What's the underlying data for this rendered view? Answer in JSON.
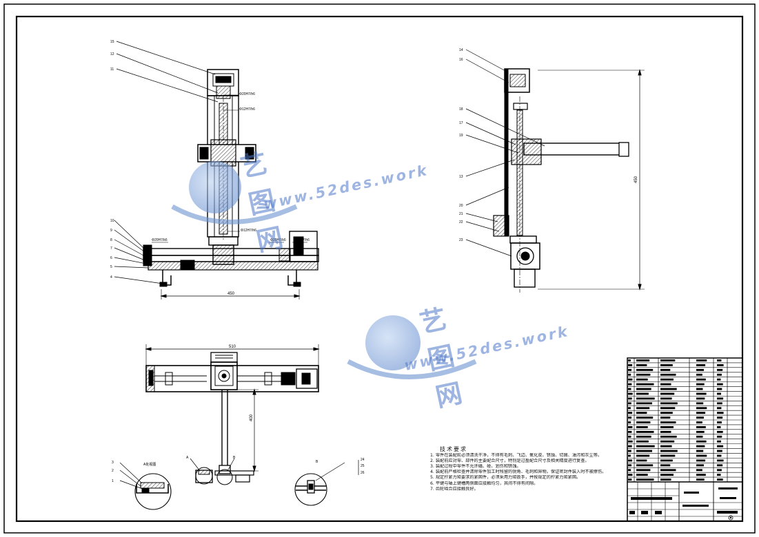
{
  "drawing": {
    "dimensions": {
      "front_base_width": "450",
      "top_overall_width": "510",
      "top_arm_length": "400",
      "side_height": "450"
    },
    "front_view_labels": {
      "upper": [
        "15",
        "12",
        "11"
      ],
      "lower_left": [
        "10",
        "9",
        "8",
        "7",
        "6",
        "5",
        "4"
      ]
    },
    "fit_labels": {
      "f1": "Φ20H7/h6",
      "f2": "Φ12H7/h6",
      "f3": "Φ12H7/h6",
      "f4": "Φ20H7/k6",
      "f5": "Φ20H7/k6",
      "f6": "Φ20H7/h6"
    },
    "side_view_labels": [
      "14",
      "16",
      "18",
      "17",
      "19",
      "13",
      "20",
      "21",
      "22",
      "23"
    ],
    "detail_labels": {
      "detail_view_title": "A处视图",
      "left": [
        "3",
        "2",
        "1"
      ],
      "middle": [
        "A",
        "B"
      ],
      "right": [
        "24",
        "25",
        "26",
        "B"
      ]
    }
  },
  "tech_requirements": {
    "title": "技术要求",
    "items": [
      "1. 零件在装配前必须清洗干净，不得有毛刺、飞边、氧化皮、锈蚀、切屑、油污和灰尘等。",
      "2. 装配前应对零、部件的主要配合尺寸，特别是过盈配合尺寸及相关精度进行复查。",
      "3. 装配过程中零件不允许磕、碰、划伤和锈蚀。",
      "4. 装配前严格检查并清除零件加工时残留的锐角、毛刺和异物。保证密封件装入时不被擦伤。",
      "5. 规定拧紧力矩要求的紧固件，必须采用力矩扳手，并按规定的拧紧力矩紧固。",
      "6. 平键与轴上键槽两侧面应接触均匀，其间不得有间隙。",
      "7. 齿轮啮合应接触良好。"
    ]
  },
  "watermark": {
    "brand": "艺图网",
    "url": "www.52des.work",
    "color": "#5078c8"
  }
}
